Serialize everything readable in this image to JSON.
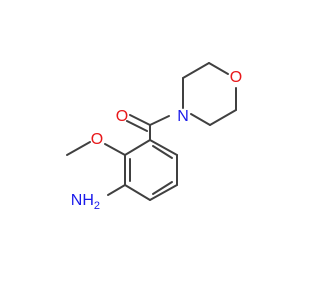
{
  "molecule": {
    "atoms": [
      {
        "id": "O_carbonyl",
        "symbol": "O",
        "label": "O",
        "color": "#e8191b"
      },
      {
        "id": "N_morpholine",
        "symbol": "N",
        "label": "N",
        "color": "#1a1aea"
      },
      {
        "id": "O_morpholine",
        "symbol": "O",
        "label": "O",
        "color": "#e8191b"
      },
      {
        "id": "O_methoxy",
        "symbol": "O",
        "label": "O",
        "color": "#e8191b"
      },
      {
        "id": "N_amine",
        "symbol": "N",
        "label": "NH",
        "subscript": "2",
        "color": "#1a1aea"
      }
    ],
    "bond_color": "#404040"
  }
}
